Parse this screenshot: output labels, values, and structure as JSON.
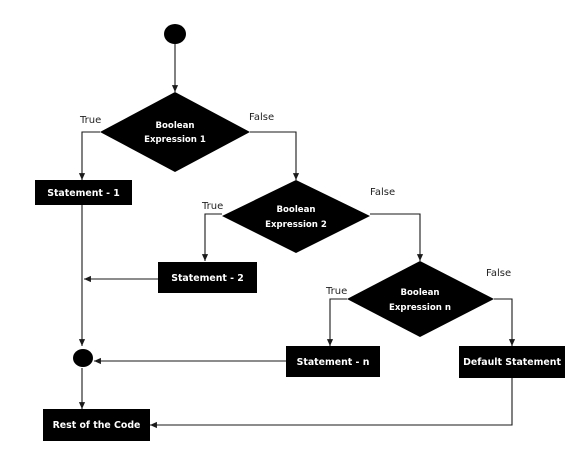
{
  "colors": {
    "node_fill": "#000000",
    "node_text": "#ffffff",
    "edge": "#1a1a1a",
    "background": "#ffffff"
  },
  "nodes": {
    "decision_1": {
      "line1": "Boolean",
      "line2": "Expression 1"
    },
    "decision_2": {
      "line1": "Boolean",
      "line2": "Expression 2"
    },
    "decision_n": {
      "line1": "Boolean",
      "line2": "Expression n"
    },
    "statement_1": "Statement - 1",
    "statement_2": "Statement - 2",
    "statement_n": "Statement - n",
    "default_statement": "Default Statement",
    "rest_of_code": "Rest of the Code"
  },
  "edge_labels": {
    "d1_true": "True",
    "d1_false": "False",
    "d2_true": "True",
    "d2_false": "False",
    "dn_true": "True",
    "dn_false": "False"
  }
}
